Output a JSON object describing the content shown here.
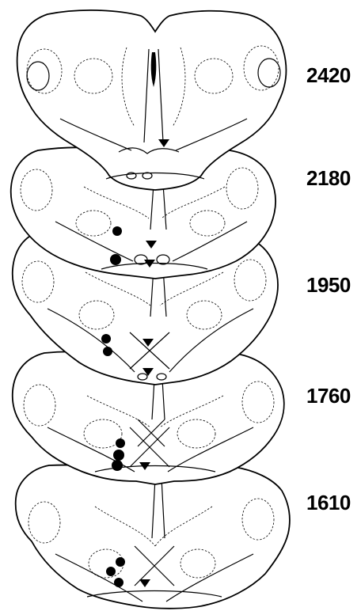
{
  "figure": {
    "section_labels": [
      "2420",
      "2180",
      "1950",
      "1760",
      "1610"
    ],
    "marker_types": [
      "filled-circle-marker",
      "filled-triangle-marker"
    ],
    "ink_color": "#000000",
    "background_color": "#ffffff"
  }
}
